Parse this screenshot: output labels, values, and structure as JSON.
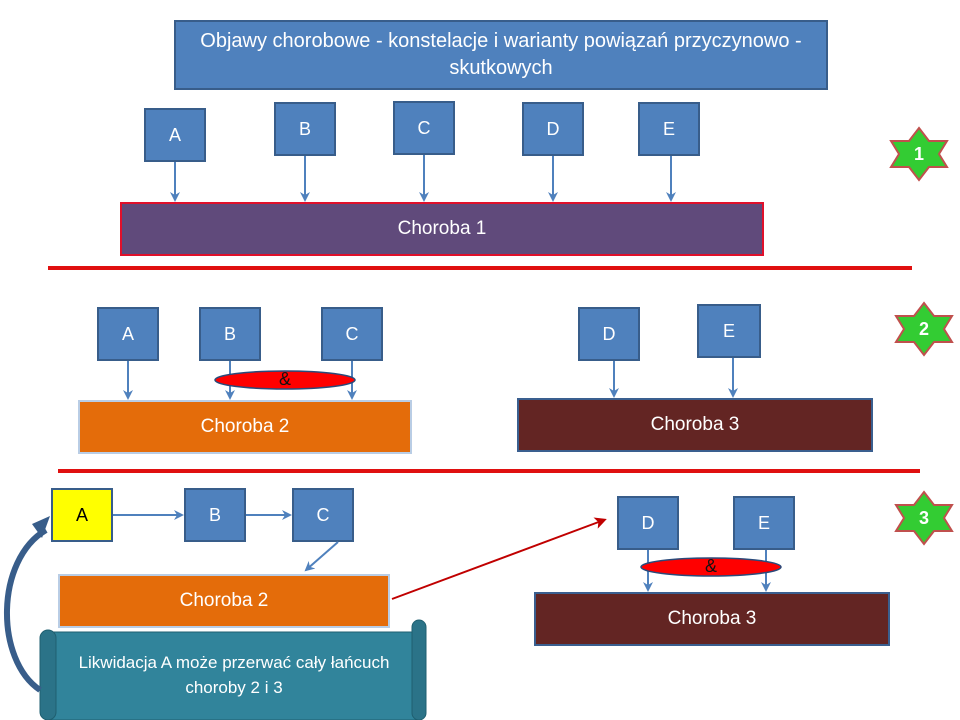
{
  "title": "Objawy chorobowe  - konstelacje i warianty powiązań przyczynowo - skutkowych",
  "section1": {
    "symptoms": [
      "A",
      "B",
      "C",
      "D",
      "E"
    ],
    "disease": "Choroba  1",
    "badge": "1"
  },
  "section2": {
    "symptoms_left": [
      "A",
      "B",
      "C"
    ],
    "symptoms_right": [
      "D",
      "E"
    ],
    "and_label": "&",
    "disease_left": "Choroba 2",
    "disease_right": "Choroba 3",
    "badge": "2"
  },
  "section3": {
    "chain": [
      "A",
      "B",
      "C"
    ],
    "symptoms_right": [
      "D",
      "E"
    ],
    "and_label": "&",
    "disease_left": "Choroba 2",
    "disease_right": "Choroba 3",
    "note": "Likwidacja A może przerwać cały łańcuch choroby 2 i 3",
    "badge": "3"
  },
  "colors": {
    "symptom_box": "#4f81bd",
    "arrow": "#4f81bd",
    "divider": "#e01010",
    "disease_1": "#604a7b",
    "disease_2": "#e46c0a",
    "disease_3": "#632523",
    "highlight": "#ffff00",
    "and_ellipse": "#ff0000",
    "badge_star": "#33cc33",
    "note_scroll": "#31849b"
  }
}
